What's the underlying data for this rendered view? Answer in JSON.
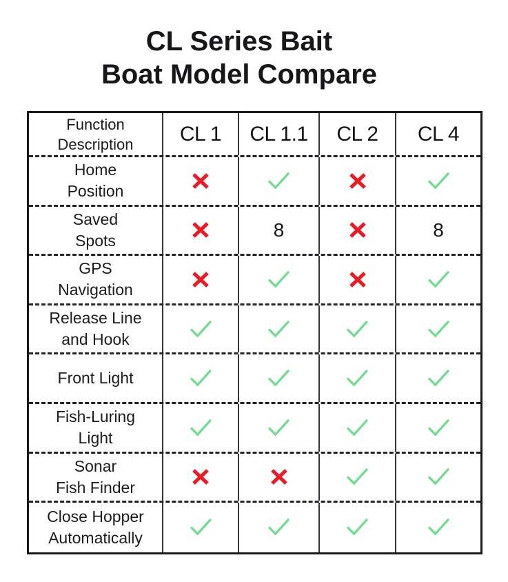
{
  "title": {
    "line1": "CL Series Bait",
    "line2": "Boat Model Compare"
  },
  "table": {
    "header": {
      "function_description": "Function\nDescription",
      "models": [
        "CL 1",
        "CL 1.1",
        "CL 2",
        "CL 4"
      ]
    },
    "rows": [
      {
        "label": "Home\nPosition",
        "values": [
          "cross",
          "check",
          "cross",
          "check"
        ]
      },
      {
        "label": "Saved\nSpots",
        "values": [
          "cross",
          "8",
          "cross",
          "8"
        ]
      },
      {
        "label": "GPS\nNavigation",
        "values": [
          "cross",
          "check",
          "cross",
          "check"
        ]
      },
      {
        "label": "Release Line\nand Hook",
        "values": [
          "check",
          "check",
          "check",
          "check"
        ]
      },
      {
        "label": "Front Light",
        "values": [
          "check",
          "check",
          "check",
          "check"
        ]
      },
      {
        "label": "Fish-Luring\nLight",
        "values": [
          "check",
          "check",
          "check",
          "check"
        ]
      },
      {
        "label": "Sonar\nFish Finder",
        "values": [
          "cross",
          "cross",
          "check",
          "check"
        ]
      },
      {
        "label": "Close Hopper\nAutomatically",
        "values": [
          "check",
          "check",
          "check",
          "check"
        ]
      }
    ]
  },
  "colors": {
    "check": "#6fdc8e",
    "cross": "#e81c24",
    "text": "#1c1c20",
    "solid_line": "#34343d",
    "dashed_line": "#23232a",
    "outer_border": "#17171c"
  },
  "icons": {
    "check": "check-icon",
    "cross": "cross-icon"
  },
  "chart_data": {
    "type": "table",
    "title": "CL Series Bait Boat Model Compare",
    "columns": [
      "Function Description",
      "CL 1",
      "CL 1.1",
      "CL 2",
      "CL 4"
    ],
    "rows": [
      [
        "Home Position",
        "cross",
        "check",
        "cross",
        "check"
      ],
      [
        "Saved Spots",
        "cross",
        "8",
        "cross",
        "8"
      ],
      [
        "GPS Navigation",
        "cross",
        "check",
        "cross",
        "check"
      ],
      [
        "Release Line and Hook",
        "check",
        "check",
        "check",
        "check"
      ],
      [
        "Front Light",
        "check",
        "check",
        "check",
        "check"
      ],
      [
        "Fish-Luring Light",
        "check",
        "check",
        "check",
        "check"
      ],
      [
        "Sonar Fish Finder",
        "cross",
        "cross",
        "check",
        "check"
      ],
      [
        "Close Hopper Automatically",
        "check",
        "check",
        "check",
        "check"
      ]
    ]
  }
}
